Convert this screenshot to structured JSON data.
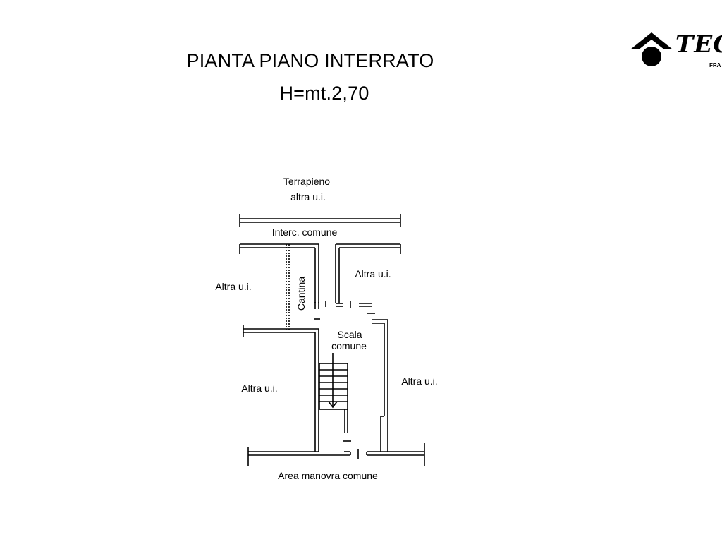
{
  "title": "PIANTA PIANO INTERRATO",
  "subtitle": "H=mt.2,70",
  "logo": {
    "text": "TECN",
    "sub": "FRA"
  },
  "labels": {
    "terrapieno": "Terrapieno",
    "altra_ui_top": "altra u.i.",
    "interc_comune": "Interc. comune",
    "altra_ui_upper_right": "Altra u.i.",
    "altra_ui_left_upper": "Altra u.i.",
    "cantina": "Cantina",
    "scala": "Scala",
    "comune": "comune",
    "altra_ui_left_lower": "Altra u.i.",
    "altra_ui_right": "Altra u.i.",
    "area_manovra": "Area manovra comune"
  },
  "colors": {
    "wall": "#000000",
    "background": "#ffffff"
  }
}
